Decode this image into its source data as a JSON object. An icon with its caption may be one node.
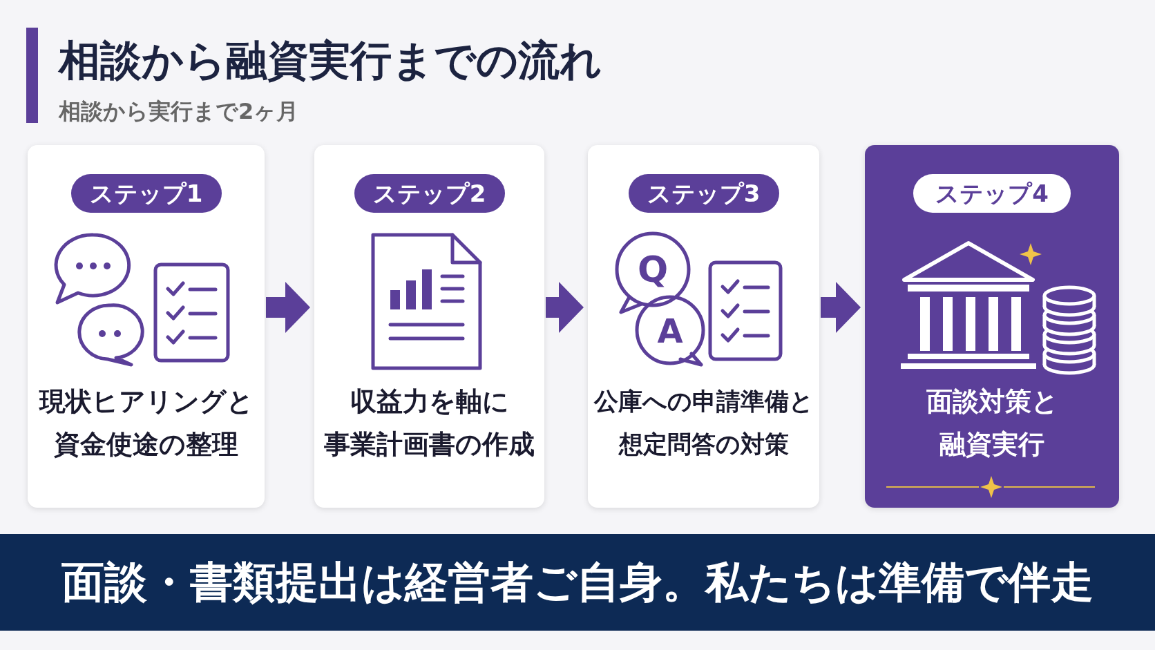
{
  "diagram": {
    "title": "相談から融資実行までの流れ",
    "nodes": [
      {
        "text": [
          "ステップ1",
          "現状ヒアリングと資金使途の整理"
        ]
      },
      {
        "text": [
          "ステップ2",
          "収益力を軸に事業計画書の作成"
        ]
      },
      {
        "text": [
          "ステップ3",
          "公庫への申請準備と想定問答の対策"
        ]
      },
      {
        "text": [
          "ステップ4",
          "面談対策と融資実行"
        ]
      },
      {
        "text": [
          "面談・書類提出は経営者ご自身。私たちは準備で伴走"
        ]
      }
    ],
    "edges": [
      {
        "from": 0,
        "to": 1,
        "arrow": "to"
      },
      {
        "from": 1,
        "to": 2,
        "arrow": "to"
      },
      {
        "from": 2,
        "to": 3,
        "arrow": "to"
      }
    ],
    "labels": [
      "相談から実行まで2ヶ月",
      "Q",
      "A"
    ]
  }
}
